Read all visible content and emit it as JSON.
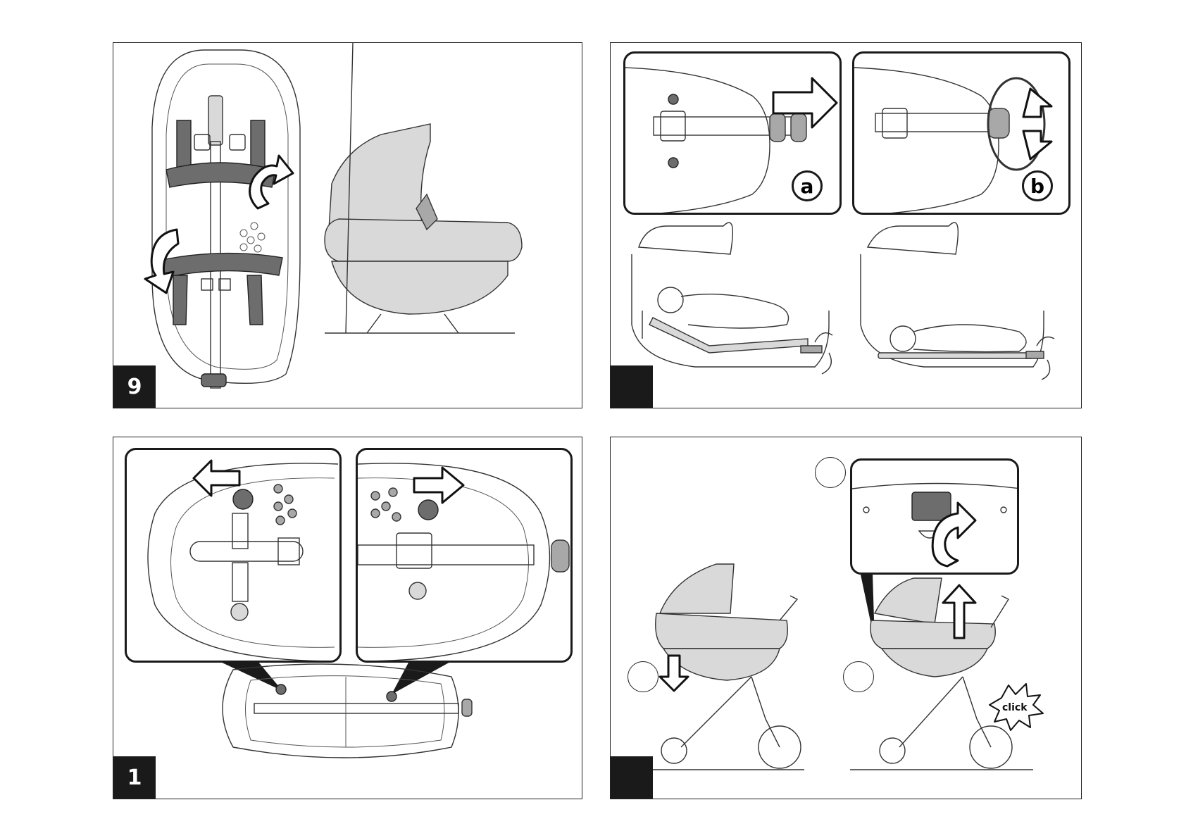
{
  "panels": {
    "top_left": {
      "step_number": "9"
    },
    "top_right": {
      "step_number": "",
      "callouts": [
        "a",
        "b"
      ]
    },
    "bottom_left": {
      "step_number": "1"
    },
    "bottom_right": {
      "step_number": "",
      "click_label": "click"
    }
  },
  "colors": {
    "line": "#333333",
    "fill_grey": "#a8a8a8",
    "badge": "#1a1a1a"
  }
}
